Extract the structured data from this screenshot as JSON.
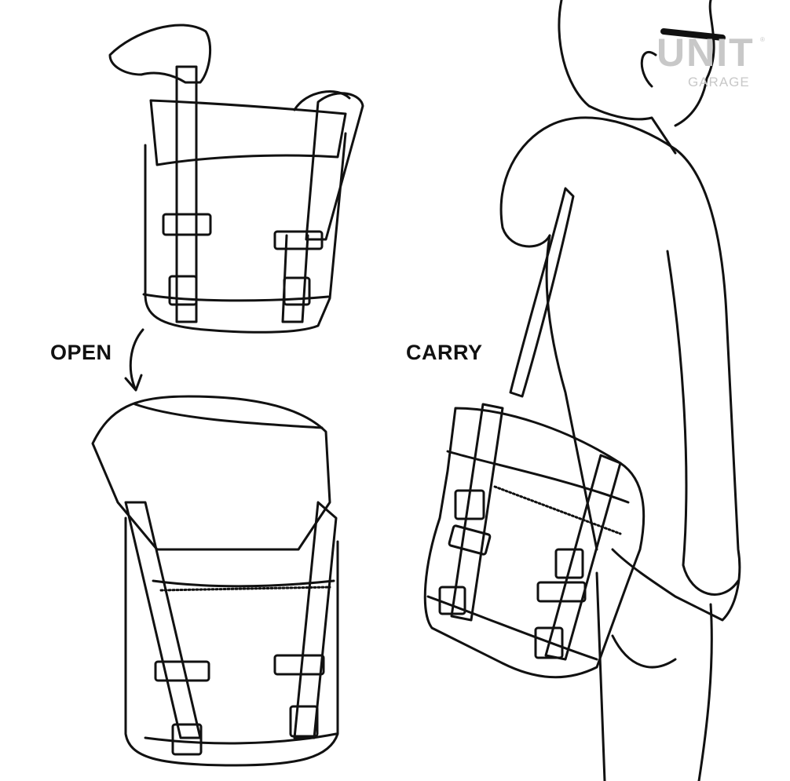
{
  "labels": {
    "open": "OPEN",
    "carry": "CARRY"
  },
  "logo": {
    "main": "UNIT",
    "sub": "GARAGE",
    "mark": "®"
  },
  "colors": {
    "ink": "#111111",
    "logo": "#c8c8c8",
    "background": "#ffffff"
  }
}
